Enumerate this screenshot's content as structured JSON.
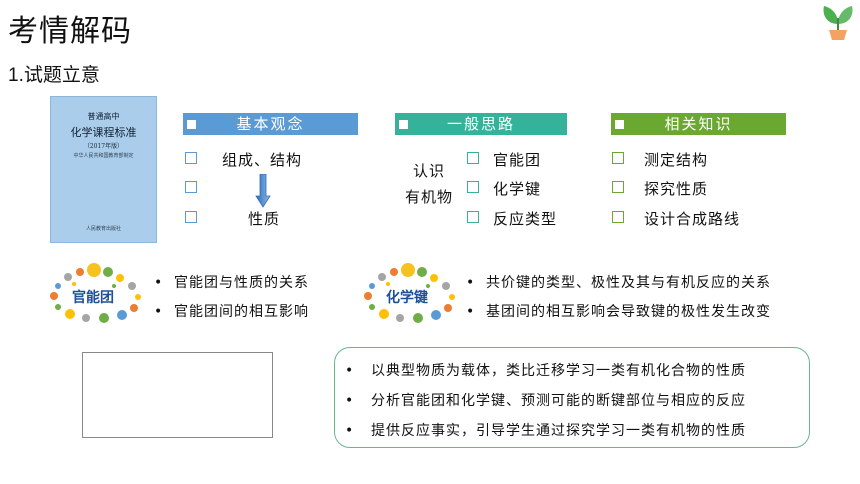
{
  "page": {
    "title": "考情解码",
    "subtitle": "1.试题立意"
  },
  "book": {
    "line1": "普通高中",
    "line2": "化学课程标准",
    "line3": "（2017年版）",
    "line4": "中华人民共和国教育部制定",
    "line5": "人民教育出版社"
  },
  "columns": {
    "col1": {
      "header": "基本观念",
      "items": [
        "组成、结构",
        "",
        "性质"
      ]
    },
    "col2": {
      "header": "一般思路",
      "side_label_1": "认识",
      "side_label_2": "有机物",
      "items": [
        "官能团",
        "化学键",
        "反应类型"
      ]
    },
    "col3": {
      "header": "相关知识",
      "items": [
        "测定结构",
        "探究性质",
        "设计合成路线"
      ]
    }
  },
  "clusters": {
    "left": {
      "label": "官能团",
      "bullets": [
        "官能团与性质的关系",
        "官能团间的相互影响"
      ]
    },
    "right": {
      "label": "化学键",
      "bullets": [
        "共价键的类型、极性及其与有机反应的关系",
        "基团间的相互影响会导致键的极性发生改变"
      ]
    }
  },
  "summary": {
    "bullets": [
      "以典型物质为载体，类比迁移学习一类有机化合物的性质",
      "分析官能团和化学键、预测可能的断键部位与相应的反应",
      "提供反应事实，引导学生通过探究学习一类有机物的性质"
    ]
  },
  "bullet_symbol": "•",
  "colors": {
    "blue": "#5b9bd5",
    "teal": "#35b39a",
    "green": "#6aa832",
    "summary_border": "#6ab58d"
  }
}
